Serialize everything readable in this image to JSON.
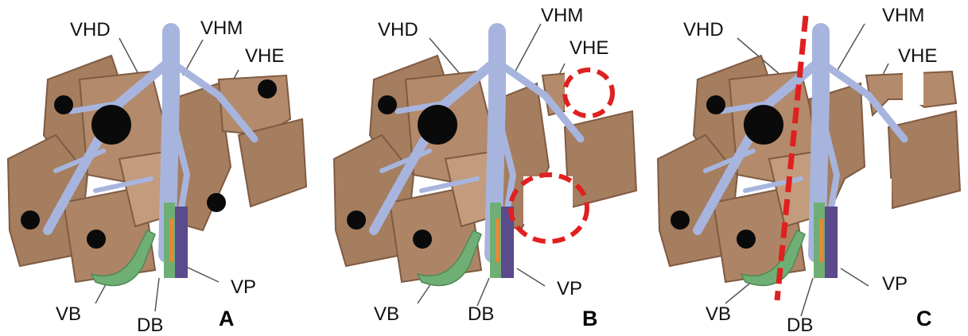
{
  "panels": [
    {
      "letter": "A",
      "labels": {
        "vhd": "VHD",
        "vhm": "VHM",
        "vhe": "VHE",
        "vp": "VP",
        "vb": "VB",
        "db": "DB"
      },
      "markings": "none"
    },
    {
      "letter": "B",
      "labels": {
        "vhd": "VHD",
        "vhm": "VHM",
        "vhe": "VHE",
        "vp": "VP",
        "vb": "VB",
        "db": "DB"
      },
      "markings": "two-dashed-red-circles"
    },
    {
      "letter": "C",
      "labels": {
        "vhd": "VHD",
        "vhm": "VHM",
        "vhe": "VHE",
        "vp": "VP",
        "vb": "VB",
        "db": "DB"
      },
      "markings": "dashed-red-transection-line"
    }
  ],
  "colors": {
    "liver": "#a57d5f",
    "liver_dark": "#7f5b43",
    "liver_light": "#c29c7c",
    "veins": "#a7b5de",
    "vein_stroke": "#7f8dbf",
    "tumor": "#0a0a0a",
    "gallbladder": "#6fae74",
    "portal_vein": "#5b4a8c",
    "marking": "#e02020"
  }
}
